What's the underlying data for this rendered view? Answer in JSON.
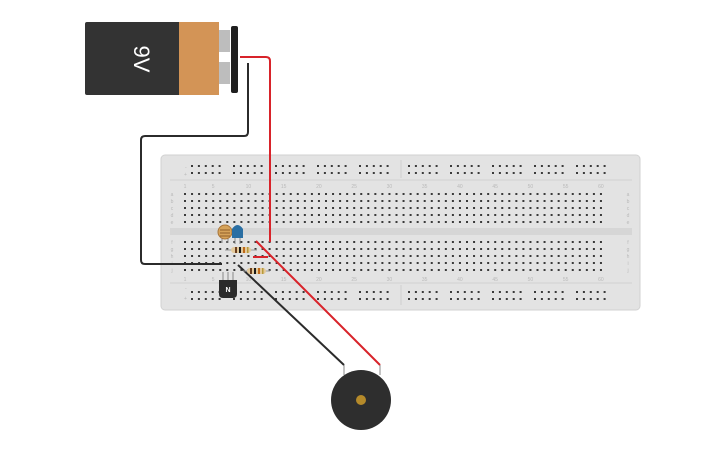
{
  "battery": {
    "label": "9V"
  },
  "transistor": {
    "label": "N"
  },
  "breadboard": {
    "column_numbers": [
      "1",
      "5",
      "10",
      "15",
      "20",
      "25",
      "30",
      "35",
      "40",
      "45",
      "50",
      "55",
      "60"
    ],
    "row_letters_top": [
      "a",
      "b",
      "c",
      "d",
      "e"
    ],
    "row_letters_bottom": [
      "f",
      "g",
      "h",
      "i",
      "j"
    ],
    "columns": 60
  },
  "colors": {
    "board": "#e3e3e3",
    "hole": "#3a3a3a",
    "wire_red": "#d8232a",
    "wire_black": "#2b2b2b",
    "battery_body": "#333333",
    "battery_cap": "#d39456",
    "buzzer": "#2e2e2e",
    "buzzer_center": "#b58a2a",
    "led": "#2a6fa3",
    "ldr": "#d6a35a",
    "transistor": "#2b2b2b"
  }
}
